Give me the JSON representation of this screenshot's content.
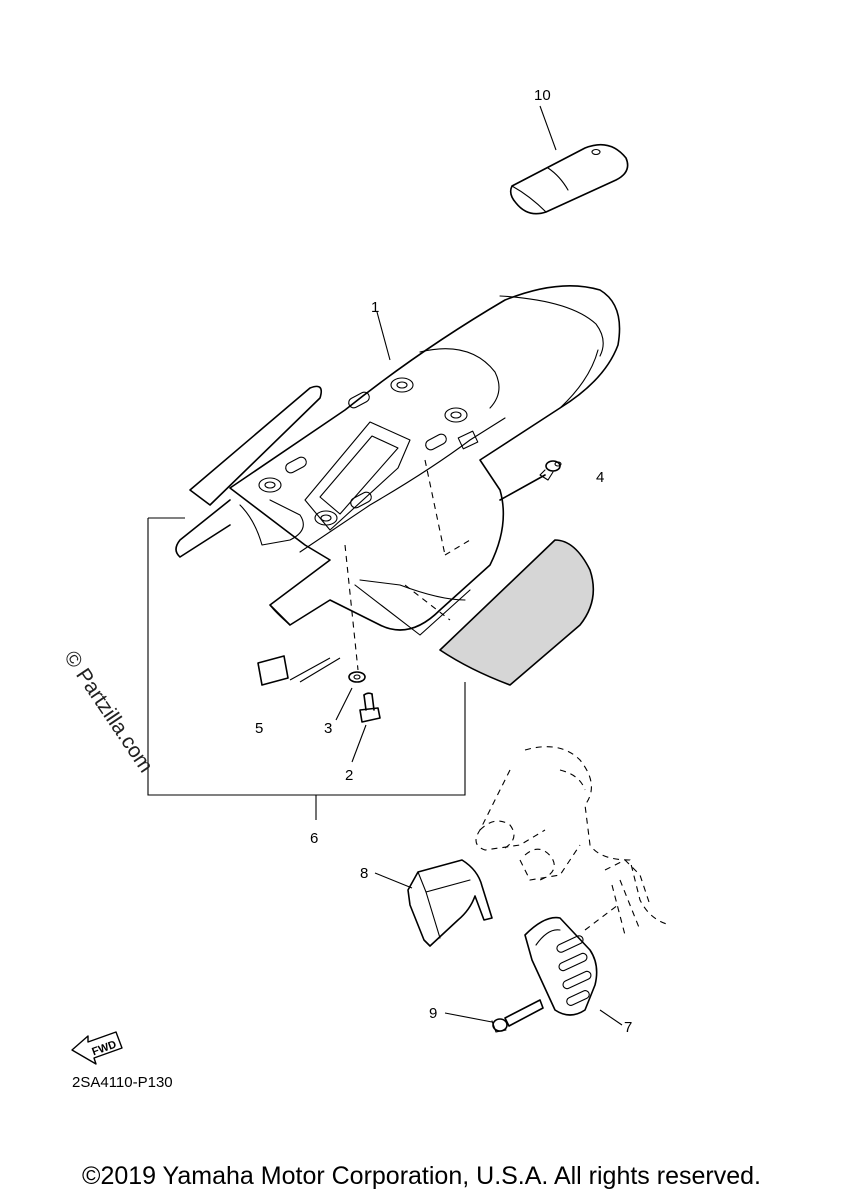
{
  "callouts": {
    "c1": "1",
    "c2": "2",
    "c3": "3",
    "c4": "4",
    "c5": "5",
    "c6": "6",
    "c7": "7",
    "c8": "8",
    "c9": "9",
    "c10": "10"
  },
  "diagram_code": "2SA4110-P130",
  "fwd_label": "FWD",
  "watermark": "© Partzilla.com",
  "copyright": "©2019 Yamaha Motor Corporation, U.S.A. All rights reserved."
}
